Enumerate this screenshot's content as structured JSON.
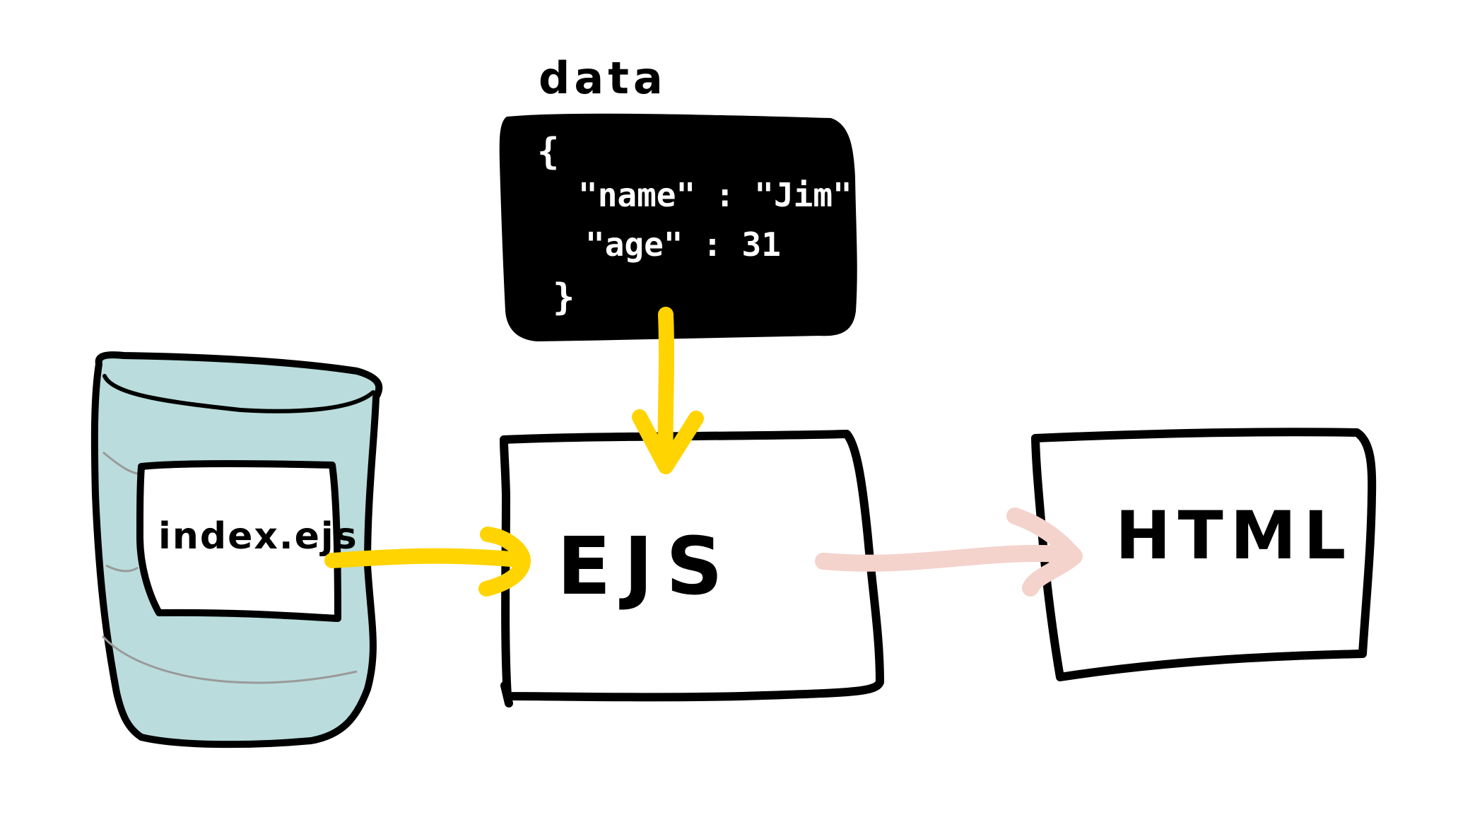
{
  "data_label": "data",
  "code": {
    "open_brace": "{",
    "line1": "\"name\" : \"Jim\",",
    "line2": "\"age\" : 31",
    "close_brace": "}"
  },
  "template_file": "index.ejs",
  "engine_label": "EJS",
  "output_label": "HTML",
  "colors": {
    "ink": "#000000",
    "paper": "#ffffff",
    "cylinder_fill": "#badcdc",
    "data_arrow": "#ffd400",
    "template_arrow": "#ffd400",
    "output_arrow": "#f4d3cd"
  }
}
